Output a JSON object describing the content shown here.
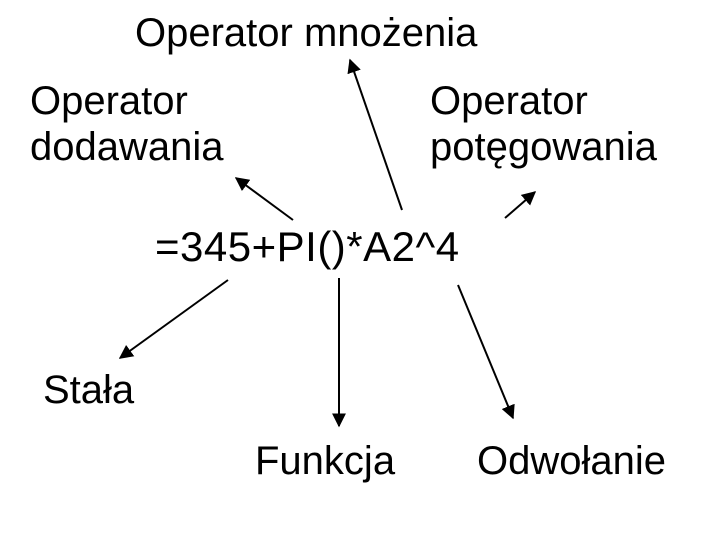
{
  "formula": "=345+PI()*A2^4",
  "labels": {
    "multiplication": "Operator mnożenia",
    "addition_line1": "Operator",
    "addition_line2": "dodawania",
    "power_line1": "Operator",
    "power_line2": "potęgowania",
    "constant": "Stała",
    "function": "Funkcja",
    "reference": "Odwołanie"
  }
}
